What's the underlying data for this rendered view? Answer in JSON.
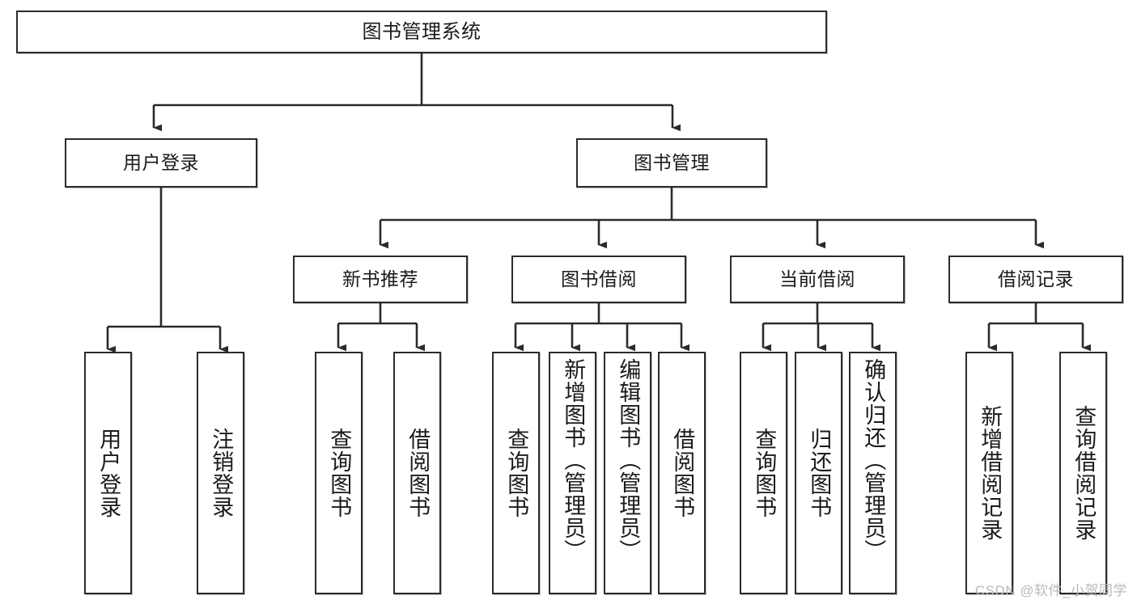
{
  "diagram": {
    "title": "图书管理系统",
    "type": "tree",
    "watermark": "CSDN @软件_小贺同学",
    "colors": {
      "node_border": "#2b2b2b",
      "node_fill": "#ffffff",
      "edge": "#2b2b2b",
      "text": "#1a1a1a",
      "watermark": "#b9b9b9"
    },
    "root": {
      "label": "图书管理系统"
    },
    "level2": [
      {
        "label": "用户登录"
      },
      {
        "label": "图书管理"
      }
    ],
    "level3": [
      {
        "label": "新书推荐"
      },
      {
        "label": "图书借阅"
      },
      {
        "label": "当前借阅"
      },
      {
        "label": "借阅记录"
      }
    ],
    "leaves": {
      "user_login": [
        {
          "label": "用户登录"
        },
        {
          "label": "注销登录"
        }
      ],
      "new_book": [
        {
          "label": "查询图书"
        },
        {
          "label": "借阅图书"
        }
      ],
      "book_borrow": [
        {
          "label": "查询图书"
        },
        {
          "label": "新增图书（管理员）"
        },
        {
          "label": "编辑图书（管理员）"
        },
        {
          "label": "借阅图书"
        }
      ],
      "current_borrow": [
        {
          "label": "查询图书"
        },
        {
          "label": "归还图书"
        },
        {
          "label": "确认归还（管理员）"
        }
      ],
      "borrow_record": [
        {
          "label": "新增借阅记录"
        },
        {
          "label": "查询借阅记录"
        }
      ]
    }
  }
}
